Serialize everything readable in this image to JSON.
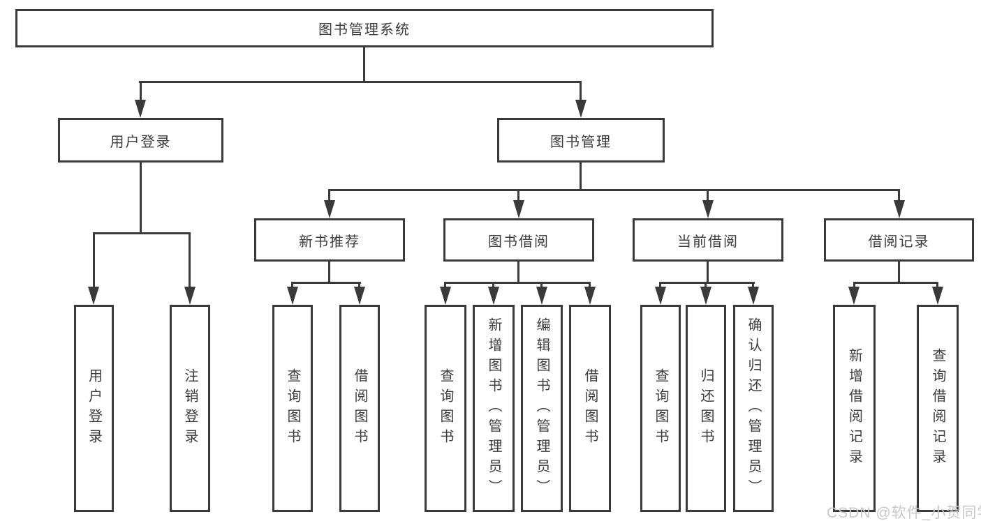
{
  "diagram": {
    "root": {
      "label": "图书管理系统"
    },
    "level2": [
      {
        "id": "user-login",
        "label": "用户登录",
        "parent": "图书管理系统"
      },
      {
        "id": "book-management",
        "label": "图书管理",
        "parent": "图书管理系统"
      }
    ],
    "level3": [
      {
        "id": "new-book-recommendation",
        "label": "新书推荐",
        "parent": "图书管理"
      },
      {
        "id": "book-borrowing",
        "label": "图书借阅",
        "parent": "图书管理"
      },
      {
        "id": "current-borrowing",
        "label": "当前借阅",
        "parent": "图书管理"
      },
      {
        "id": "borrowing-records",
        "label": "借阅记录",
        "parent": "图书管理"
      }
    ],
    "leaves": [
      {
        "label": "用户登录",
        "parent": "用户登录"
      },
      {
        "label": "注销登录",
        "parent": "用户登录"
      },
      {
        "label": "查询图书",
        "parent": "新书推荐"
      },
      {
        "label": "借阅图书",
        "parent": "新书推荐"
      },
      {
        "label": "查询图书",
        "parent": "图书借阅"
      },
      {
        "label": "新增图书（管理员）",
        "parent": "图书借阅"
      },
      {
        "label": "编辑图书（管理员）",
        "parent": "图书借阅"
      },
      {
        "label": "借阅图书",
        "parent": "图书借阅"
      },
      {
        "label": "查询图书",
        "parent": "当前借阅"
      },
      {
        "label": "归还图书",
        "parent": "当前借阅"
      },
      {
        "label": "确认归还（管理员）",
        "parent": "当前借阅"
      },
      {
        "label": "新增借阅记录",
        "parent": "借阅记录"
      },
      {
        "label": "查询借阅记录",
        "parent": "借阅记录"
      }
    ]
  },
  "watermark": {
    "text": "CSDN @软件_小贺同学"
  },
  "colors": {
    "line": "#3a3a3a",
    "text": "#3c3c3c",
    "background": "#ffffff",
    "watermark": "#c8c8c8"
  }
}
